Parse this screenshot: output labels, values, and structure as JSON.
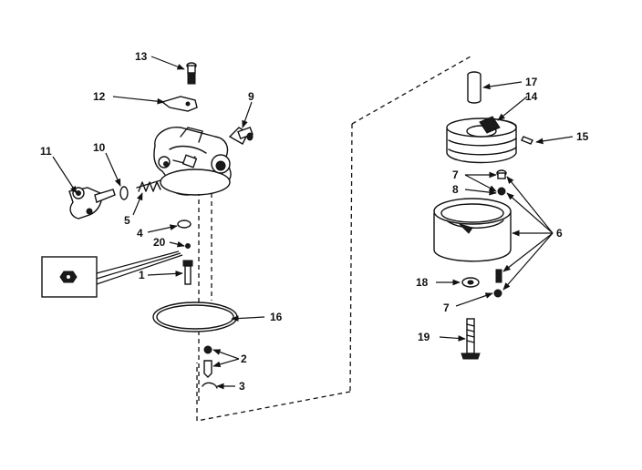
{
  "callouts": {
    "c1": "1",
    "c2": "2",
    "c3": "3",
    "c4": "4",
    "c5": "5",
    "c6": "6",
    "c7a": "7",
    "c7b": "7",
    "c8": "8",
    "c9": "9",
    "c10": "10",
    "c11": "11",
    "c12": "12",
    "c13": "13",
    "c14": "14",
    "c15": "15",
    "c16": "16",
    "c17": "17",
    "c18": "18",
    "c19": "19",
    "c20": "20"
  }
}
